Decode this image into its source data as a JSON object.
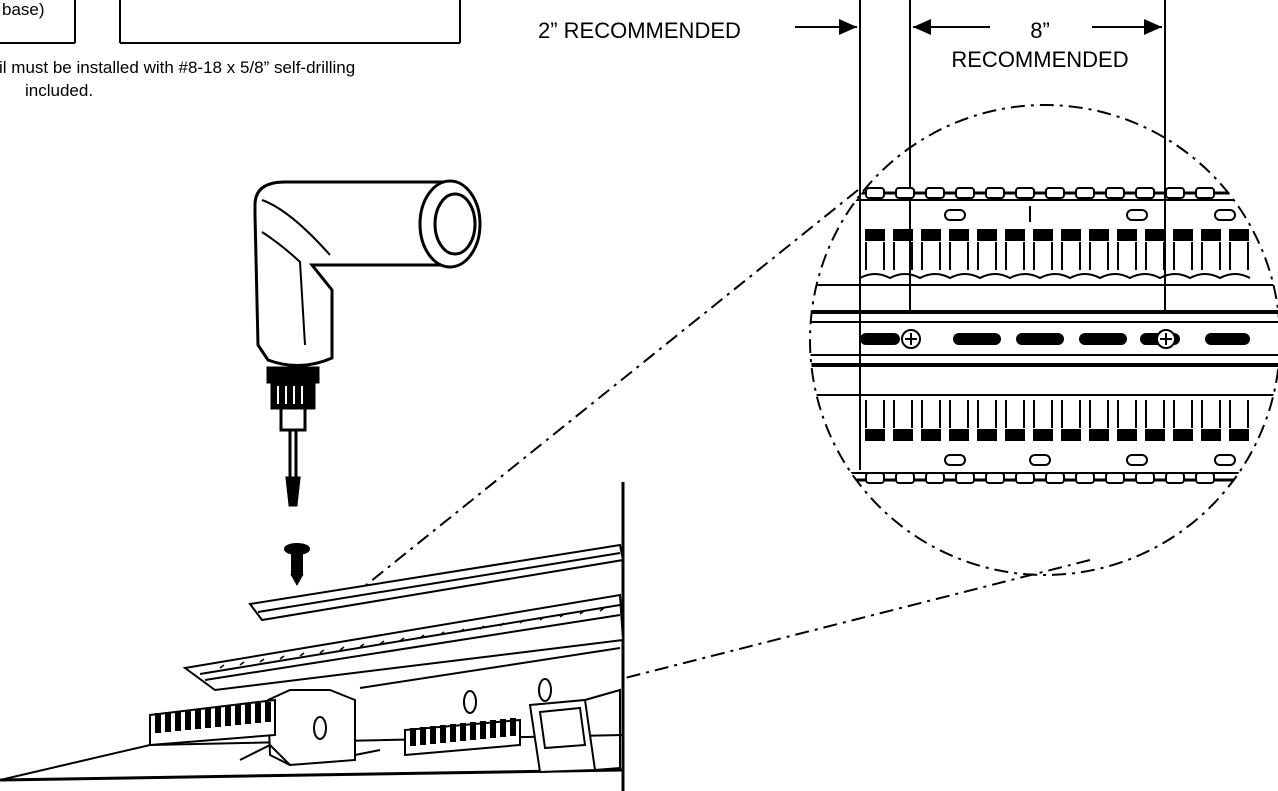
{
  "frag_top_left": "base)",
  "note_line1": "il must be installed with #8-18 x 5/8” self-drilling",
  "note_line2": "included.",
  "dim_left_label": "2” RECOMMENDED",
  "dim_right_value": "8”",
  "dim_right_label": "RECOMMENDED"
}
